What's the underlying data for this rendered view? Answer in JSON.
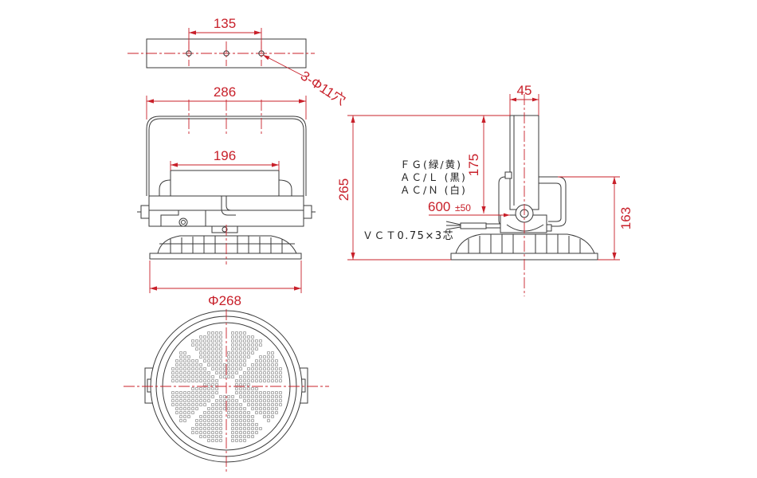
{
  "dimensions": {
    "bracket_hole_spacing": "135",
    "hole_callout": "3-Φ11穴",
    "bracket_width": "286",
    "driver_width": "196",
    "body_diameter": "Φ268",
    "total_height": "265",
    "pipe_width": "45",
    "pipe_length": "175",
    "body_height": "163",
    "cable_length": "600",
    "cable_tolerance": "±50"
  },
  "wiring": {
    "fg": "ＦＧ(緑/黄)",
    "ac_l": "ＡＣ/Ｌ (黒)",
    "ac_n": "ＡＣ/Ｎ (白)"
  },
  "cable_spec": "ＶＣＴ0.75×3芯",
  "colors": {
    "dimension": "#c8202a",
    "outline": "#3a3a3a"
  }
}
